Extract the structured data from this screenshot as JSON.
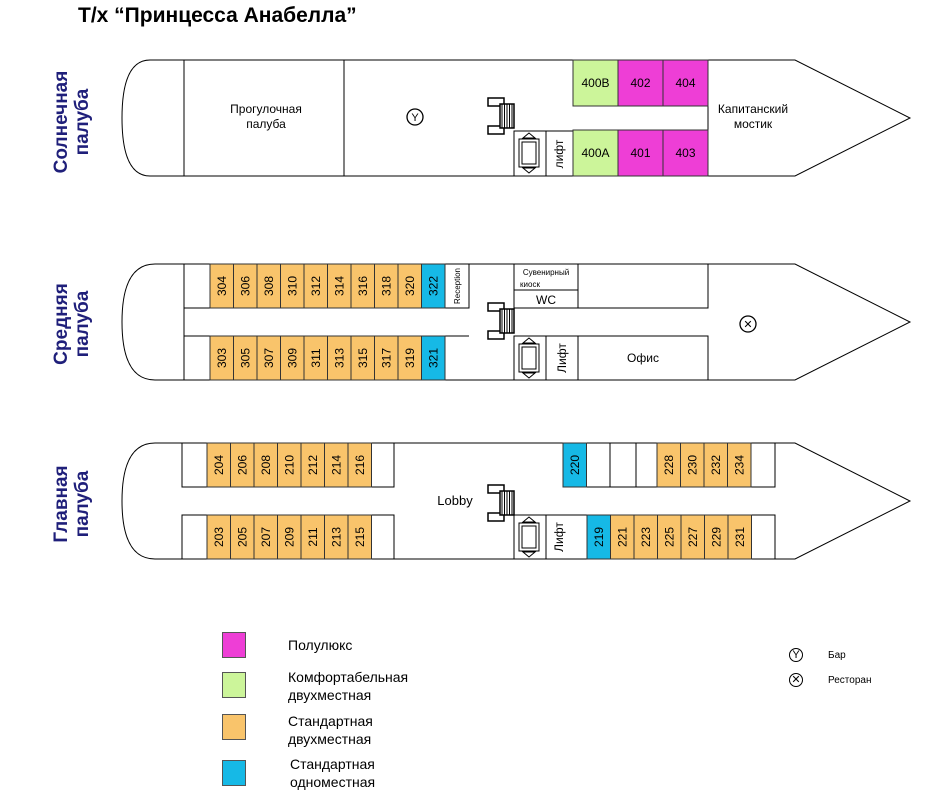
{
  "title": "Т/х “Принцесса Анабелла”",
  "colors": {
    "semi_lux": "#ee3ed6",
    "comfort_double": "#ccf59a",
    "standard_double": "#f9c46b",
    "standard_single": "#16b9e6",
    "deck_label": "#1f1f7a"
  },
  "decks": {
    "sun": {
      "label_line1": "Солнечная",
      "label_line2": "палуба",
      "promenade_line1": "Прогулочная",
      "promenade_line2": "палуба",
      "bridge_line1": "Капитанский",
      "bridge_line2": "мостик",
      "lift": "лифт",
      "cabins_top": [
        "400B",
        "402",
        "404"
      ],
      "cabins_bottom": [
        "400A",
        "401",
        "403"
      ]
    },
    "middle": {
      "label_line1": "Средняя",
      "label_line2": "палуба",
      "cabins_top": [
        "304",
        "306",
        "308",
        "310",
        "312",
        "314",
        "316",
        "318",
        "320",
        "322"
      ],
      "cabins_bottom": [
        "303",
        "305",
        "307",
        "309",
        "311",
        "313",
        "315",
        "317",
        "319",
        "321"
      ],
      "reception": "Reception",
      "souvenir_line1": "Сувенирный",
      "souvenir_line2": "киоск",
      "wc": "WC",
      "lift": "Лифт",
      "office": "Офис"
    },
    "main": {
      "label_line1": "Главная",
      "label_line2": "палуба",
      "cabins_top_left": [
        "204",
        "206",
        "208",
        "210",
        "212",
        "214",
        "216"
      ],
      "cabins_bottom_left": [
        "203",
        "205",
        "207",
        "209",
        "211",
        "213",
        "215"
      ],
      "cabin_top_single": "220",
      "cabins_top_right": [
        "228",
        "230",
        "232",
        "234"
      ],
      "cabin_bottom_single": "219",
      "cabins_bottom_right": [
        "221",
        "223",
        "225",
        "227",
        "229",
        "231"
      ],
      "lobby": "Lobby",
      "lift": "Лифт"
    }
  },
  "legend": {
    "semi_lux": "Полулюкс",
    "comfort_line1": "Комфортабельная",
    "comfort_line2": "двухместная",
    "standard_line1": "Стандартная",
    "standard_line2": "двухместная",
    "single_line1": "Стандартная",
    "single_line2": "одноместная",
    "bar": "Бар",
    "restaurant": "Ресторан",
    "bar_icon": "wine-glass-icon",
    "restaurant_icon": "crossed-circle-icon"
  }
}
